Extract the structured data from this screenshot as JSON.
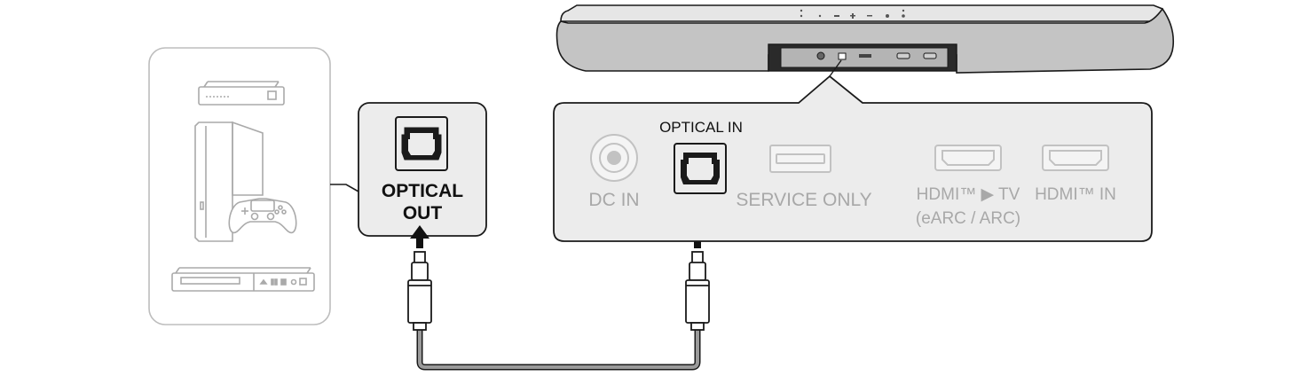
{
  "source_panel": {
    "port_label_line1": "OPTICAL",
    "port_label_line2": "OUT"
  },
  "soundbar_panel": {
    "optical_in_label": "OPTICAL IN",
    "dc_in_label": "DC IN",
    "service_label": "SERVICE ONLY",
    "hdmi_tv_label_line1": "HDMI™ ▶ TV",
    "hdmi_tv_label_line2": "(eARC / ARC)",
    "hdmi_in_label": "HDMI™ IN"
  },
  "colors": {
    "outline": "#1a1a1a",
    "faded": "#bdbdbd",
    "faded_text": "#a8a8a8",
    "panel_fill": "#ececec",
    "soundbar_fill": "#c4c4c4",
    "soundbar_top": "#e6e6e6",
    "cable": "#9a9a9a"
  },
  "icons": [
    "set-top-box-icon",
    "game-console-icon",
    "gamepad-icon",
    "blu-ray-player-icon",
    "arrow-up-icon",
    "optical-plug-icon",
    "soundbar-icon"
  ]
}
